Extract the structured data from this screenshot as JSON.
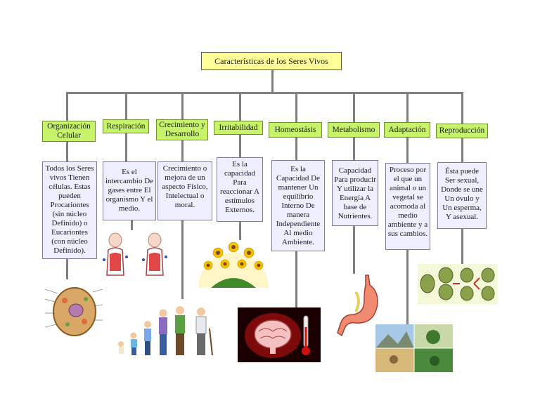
{
  "title": "Características de los Seres Vivos",
  "branches": [
    {
      "heading": "Organización Celular",
      "description": "Todos los Seres vivos Tienen células. Estas pueden Procariontes (sin núcleo Definido) o Eucariontes (con núcleo Definido)."
    },
    {
      "heading": "Respiración",
      "description": "Es el intercambio De gases entre El organismo Y el medio."
    },
    {
      "heading": "Crecimiento y Desarrollo",
      "description": "Crecimiento o mejora de un aspecto Físico, Intelectual o moral."
    },
    {
      "heading": "Irritabilidad",
      "description": "Es la capacidad Para reaccionar A estímulos Externos."
    },
    {
      "heading": "Homeostásis",
      "description": "Es la Capacidad De mantener Un equilibrio Interno De manera Independiente Al medio Ambiente."
    },
    {
      "heading": "Metabolismo",
      "description": "Capacidad Para producir Y utilizar la Energía A base de Nutrientes."
    },
    {
      "heading": "Adaptación",
      "description": "Proceso por el que un animal o un vegetal se acomoda al medio ambiente y a sus cambios."
    },
    {
      "heading": "Reproducción",
      "description": "Ésta puede Ser sexual, Donde se une Un óvulo y Un esperma, Y asexual."
    }
  ],
  "illustrations": [
    "cell-illustration",
    "lungs-illustration",
    "human-growth-illustration",
    "sunflower-illustration",
    "brain-thermometer-illustration",
    "stomach-illustration",
    "landscape-illustration",
    "cell-division-illustration"
  ],
  "colors": {
    "title_box": "#ffff99",
    "heading_box": "#c6f36a",
    "description_box": "#eeeeff",
    "connector": "#7f7f7f"
  }
}
